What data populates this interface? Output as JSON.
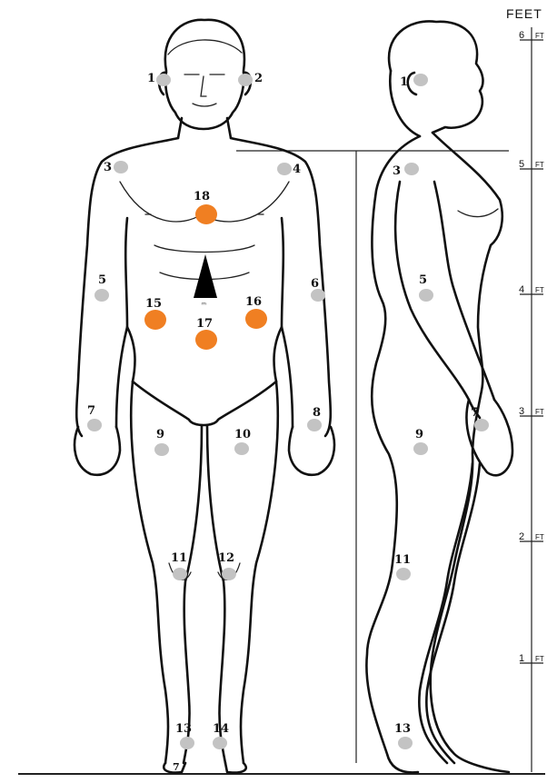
{
  "scale": {
    "title": "FEET",
    "unit": "FT",
    "marks": [
      "6",
      "5",
      "4",
      "3",
      "2",
      "1"
    ]
  },
  "colors": {
    "gray_marker": "#c3c3c3",
    "orange_marker": "#f07f22",
    "line": "#111111"
  },
  "front_view": {
    "points": [
      {
        "id": "1",
        "color": "gray"
      },
      {
        "id": "2",
        "color": "gray"
      },
      {
        "id": "3",
        "color": "gray"
      },
      {
        "id": "4",
        "color": "gray"
      },
      {
        "id": "5",
        "color": "gray"
      },
      {
        "id": "6",
        "color": "gray"
      },
      {
        "id": "7",
        "color": "gray"
      },
      {
        "id": "8",
        "color": "gray"
      },
      {
        "id": "9",
        "color": "gray"
      },
      {
        "id": "10",
        "color": "gray"
      },
      {
        "id": "11",
        "color": "gray"
      },
      {
        "id": "12",
        "color": "gray"
      },
      {
        "id": "13",
        "color": "gray"
      },
      {
        "id": "14",
        "color": "gray"
      },
      {
        "id": "15",
        "color": "orange"
      },
      {
        "id": "16",
        "color": "orange"
      },
      {
        "id": "17",
        "color": "orange"
      },
      {
        "id": "18",
        "color": "orange"
      }
    ],
    "center_marker_icon": "black-triangle"
  },
  "side_view": {
    "points": [
      {
        "id": "1",
        "color": "gray"
      },
      {
        "id": "3",
        "color": "gray"
      },
      {
        "id": "5",
        "color": "gray"
      },
      {
        "id": "7",
        "color": "gray"
      },
      {
        "id": "9",
        "color": "gray"
      },
      {
        "id": "11",
        "color": "gray"
      },
      {
        "id": "13",
        "color": "gray"
      }
    ]
  }
}
